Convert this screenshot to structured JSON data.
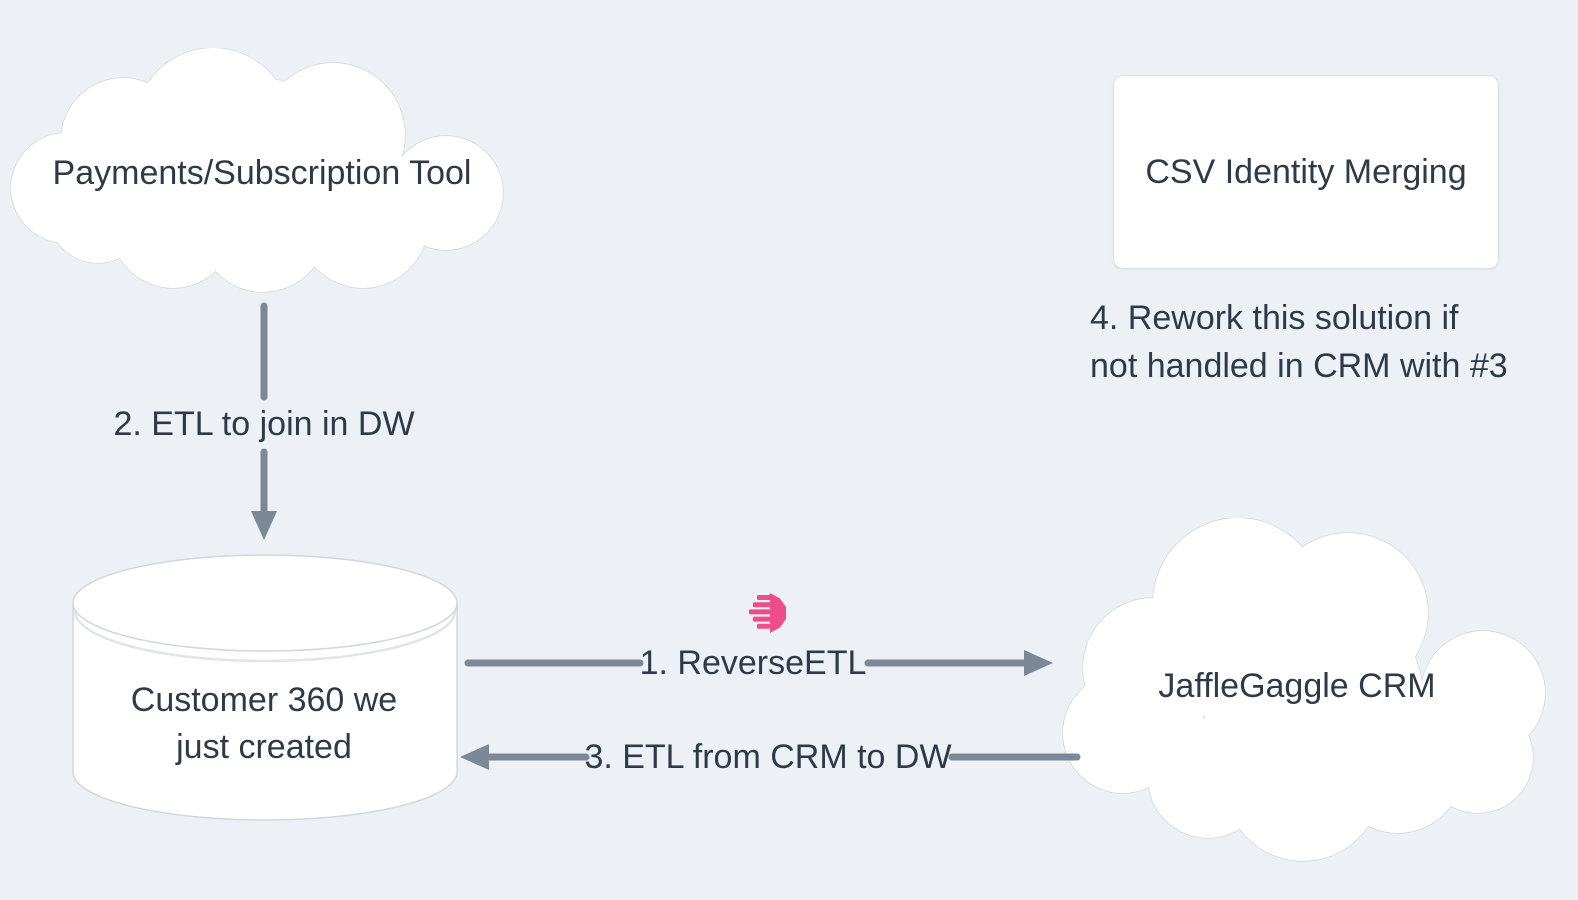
{
  "meta": {
    "background_color": "#edf1f5",
    "text_color": "#2e3a48",
    "arrow_color": "#7d8896",
    "node_fill_color": "#ffffff",
    "node_border_color": "#d2d7dd",
    "accent_pink_color": "#ec4d8b"
  },
  "nodes": {
    "payments_cloud": {
      "type": "cloud",
      "label": "Payments/Subscription Tool"
    },
    "csv_box": {
      "type": "rectangle",
      "label": "CSV Identity Merging"
    },
    "customer_db": {
      "type": "cylinder",
      "label_lines": [
        "Customer 360 we",
        "just created"
      ]
    },
    "crm_cloud": {
      "type": "cloud",
      "label": "JaffleGaggle CRM"
    }
  },
  "edges": {
    "etl_to_dw": {
      "label": "2. ETL to join in DW",
      "direction": "down",
      "from": "payments_cloud",
      "to": "customer_db"
    },
    "reverse_etl": {
      "label": "1. ReverseETL",
      "direction": "right",
      "from": "customer_db",
      "to": "crm_cloud"
    },
    "etl_from_crm": {
      "label": "3. ETL from CRM to DW",
      "direction": "left",
      "from": "crm_cloud",
      "to": "customer_db"
    }
  },
  "annotations": {
    "rework_note": {
      "lines": [
        "4. Rework this solution if",
        "not handled in CRM with #3"
      ]
    }
  },
  "icons": {
    "hightouch_logo": {
      "name": "hightouch-logo",
      "color": "#ec4d8b"
    }
  }
}
